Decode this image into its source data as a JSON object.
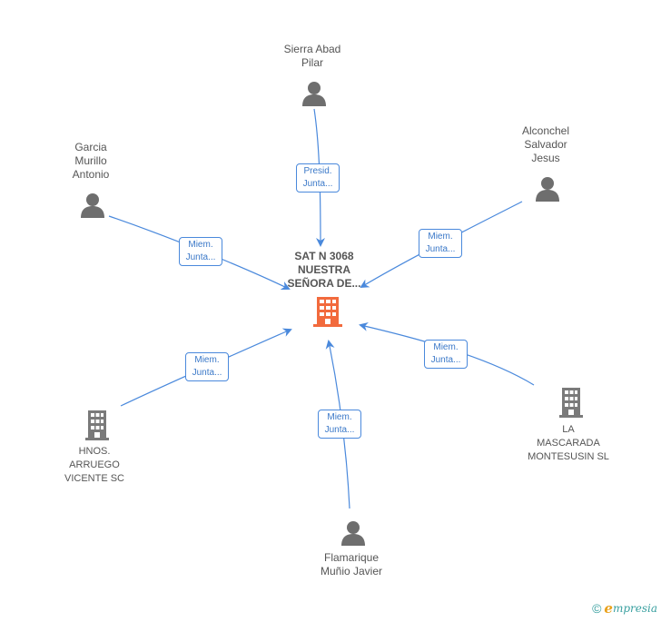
{
  "colors": {
    "edge": "#4a89dc",
    "person": "#6e6e6e",
    "company": "#7a7a7a",
    "center": "#f26a3d"
  },
  "center": {
    "name": "SAT N 3068\nNUESTRA\nSEÑORA DE...",
    "icon": "building-icon"
  },
  "nodes": [
    {
      "id": "sierra",
      "name": "Sierra Abad\nPilar",
      "type": "person",
      "icon": "person-icon"
    },
    {
      "id": "alconchel",
      "name": "Alconchel\nSalvador\nJesus",
      "type": "person",
      "icon": "person-icon"
    },
    {
      "id": "garcia",
      "name": "Garcia\nMurillo\nAntonio",
      "type": "person",
      "icon": "person-icon"
    },
    {
      "id": "hnos",
      "name": "HNOS.\nARRUEGO\nVICENTE SC",
      "type": "company",
      "icon": "building-icon"
    },
    {
      "id": "mascarada",
      "name": "LA\nMASCARADA\nMONTESUSIN SL",
      "type": "company",
      "icon": "building-icon"
    },
    {
      "id": "flamarique",
      "name": "Flamarique\nMuñio Javier",
      "type": "person",
      "icon": "person-icon"
    }
  ],
  "edges": [
    {
      "from": "sierra",
      "line1": "Presid.",
      "line2": "Junta..."
    },
    {
      "from": "alconchel",
      "line1": "Miem.",
      "line2": "Junta..."
    },
    {
      "from": "garcia",
      "line1": "Miem.",
      "line2": "Junta..."
    },
    {
      "from": "hnos",
      "line1": "Miem.",
      "line2": "Junta..."
    },
    {
      "from": "mascarada",
      "line1": "Miem.",
      "line2": "Junta..."
    },
    {
      "from": "flamarique",
      "line1": "Miem.",
      "line2": "Junta..."
    }
  ],
  "footer": {
    "copyright": "©",
    "brand_initial": "e",
    "brand_rest": "mpresia"
  }
}
